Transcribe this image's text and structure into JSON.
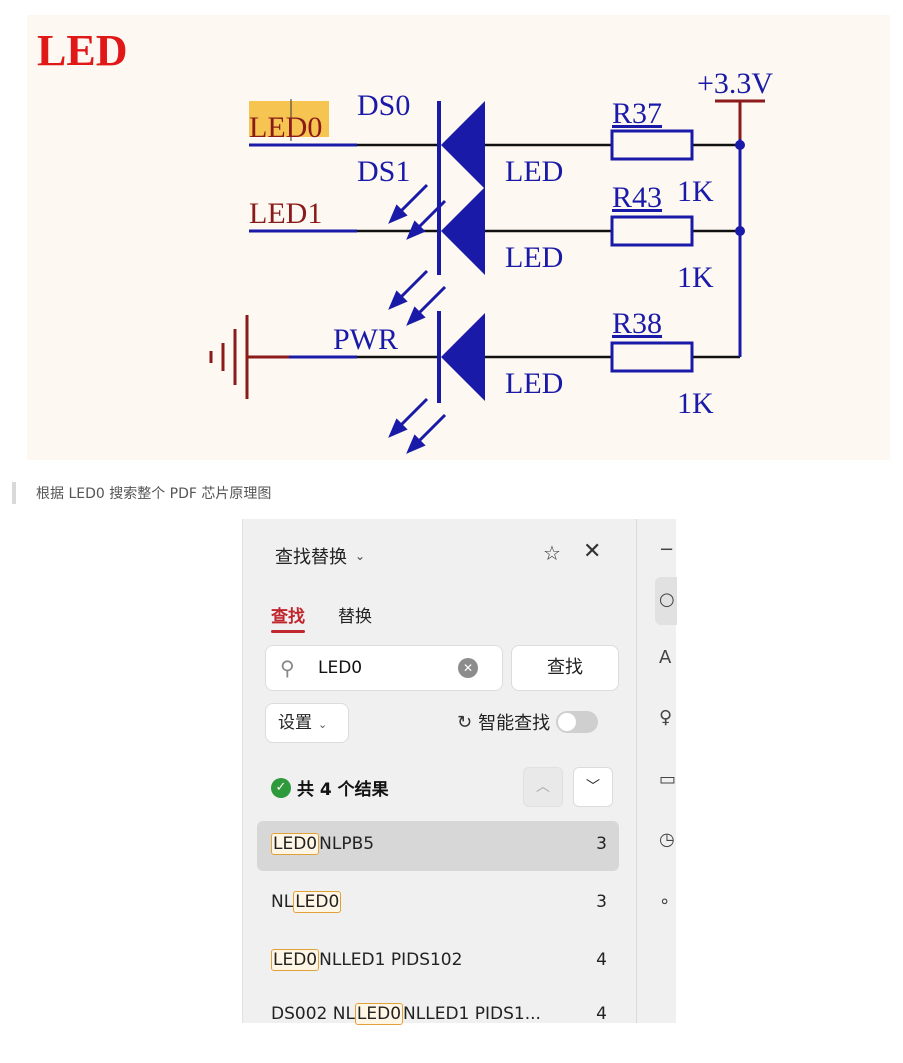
{
  "schematic": {
    "title": "LED",
    "supply": "+3.3V",
    "nets": [
      "LED0",
      "LED1"
    ],
    "pwr_label": "PWR",
    "diodes": [
      {
        "ref": "DS0",
        "value": "LED"
      },
      {
        "ref": "DS1",
        "value": "LED"
      },
      {
        "ref": "PWR",
        "value": "LED"
      }
    ],
    "resistors": [
      {
        "ref": "R37",
        "value": "1K"
      },
      {
        "ref": "R43",
        "value": "1K"
      },
      {
        "ref": "R38",
        "value": "1K"
      }
    ],
    "colors": {
      "title": "#e01818",
      "wire": "#1a1aa8",
      "power": "#8b1a1a",
      "highlight": "#f5c451"
    }
  },
  "caption": "根据 LED0 搜索整个 PDF 芯片原理图",
  "panel": {
    "title": "查找替换",
    "tabs": {
      "find": "查找",
      "replace": "替换"
    },
    "search": {
      "value": "LED0",
      "button": "查找"
    },
    "settings_label": "设置",
    "smart_label": "智能查找",
    "results_label": "共 4 个结果",
    "results": [
      {
        "pre": "",
        "match": "LED0",
        "post": "NLPB5",
        "count": "3"
      },
      {
        "pre": "NL",
        "match": "LED0",
        "post": "",
        "count": "3"
      },
      {
        "pre": "",
        "match": "LED0",
        "post": "NLLED1 PIDS102",
        "count": "4"
      },
      {
        "pre": "DS002 NL",
        "match": "LED0",
        "post": "NLLED1 PIDS1...",
        "count": "4"
      }
    ],
    "accent": "#c0262d"
  }
}
